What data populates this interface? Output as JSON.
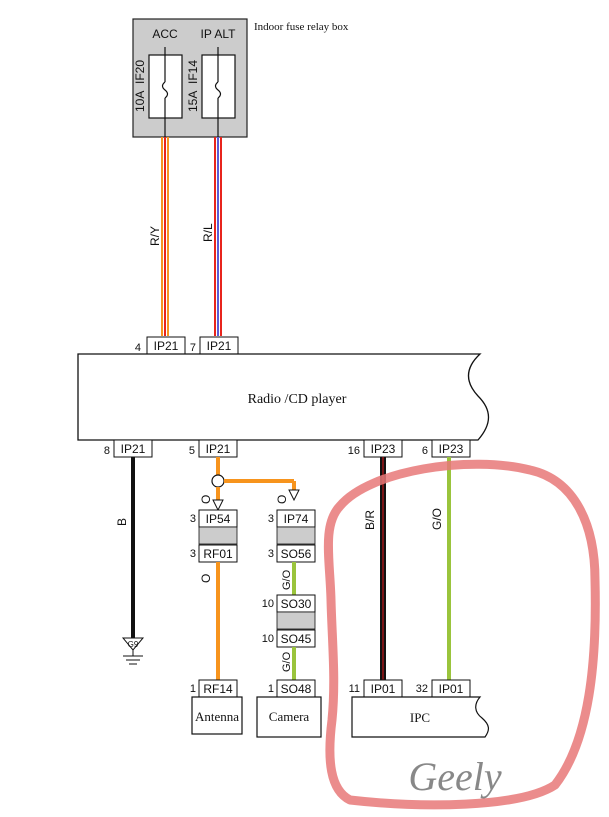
{
  "fuse_box": {
    "title": "Indoor fuse relay box",
    "fuses": [
      {
        "label": "ACC",
        "rating": "10A",
        "id": "IF20"
      },
      {
        "label": "IP ALT",
        "rating": "15A",
        "id": "IF14"
      }
    ]
  },
  "wires": {
    "acc": "R/Y",
    "ip_alt": "R/L",
    "ground": "B",
    "antenna_up": "O",
    "antenna_down": "O",
    "cam_up": "O",
    "cam_mid": "G/O",
    "cam_low": "G/O",
    "ipc_left": "B/R",
    "ipc_right": "G/O"
  },
  "radio": {
    "label": "Radio /CD  player"
  },
  "pins": {
    "top_left": {
      "pin": "4",
      "conn": "IP21"
    },
    "top_right": {
      "pin": "7",
      "conn": "IP21"
    },
    "bot_ground": {
      "pin": "8",
      "conn": "IP21"
    },
    "bot_ant": {
      "pin": "5",
      "conn": "IP21"
    },
    "bot_ipc_l": {
      "pin": "16",
      "conn": "IP23"
    },
    "bot_ipc_r": {
      "pin": "6",
      "conn": "IP23"
    },
    "ip54": {
      "pin": "3",
      "conn": "IP54"
    },
    "rf01": {
      "pin": "3",
      "conn": "RF01"
    },
    "ip74": {
      "pin": "3",
      "conn": "IP74"
    },
    "so56": {
      "pin": "3",
      "conn": "SO56"
    },
    "so30": {
      "pin": "10",
      "conn": "SO30"
    },
    "so45": {
      "pin": "10",
      "conn": "SO45"
    },
    "rf14": {
      "pin": "1",
      "conn": "RF14"
    },
    "so48": {
      "pin": "1",
      "conn": "SO48"
    },
    "ip01a": {
      "pin": "11",
      "conn": "IP01"
    },
    "ip01b": {
      "pin": "32",
      "conn": "IP01"
    }
  },
  "ground": {
    "label": "G9"
  },
  "devices": {
    "antenna": "Antenna",
    "camera": "Camera",
    "ipc": "IPC"
  },
  "watermark": {
    "text": "Geely"
  },
  "colors": {
    "orange": "#f7941d",
    "red": "#e8241c",
    "blue": "#5b5bd6",
    "green": "#9ac43c",
    "black": "#111111",
    "darkred": "#7a1416",
    "fuse_bg": "#cccccc",
    "highlight": "#e87878"
  }
}
